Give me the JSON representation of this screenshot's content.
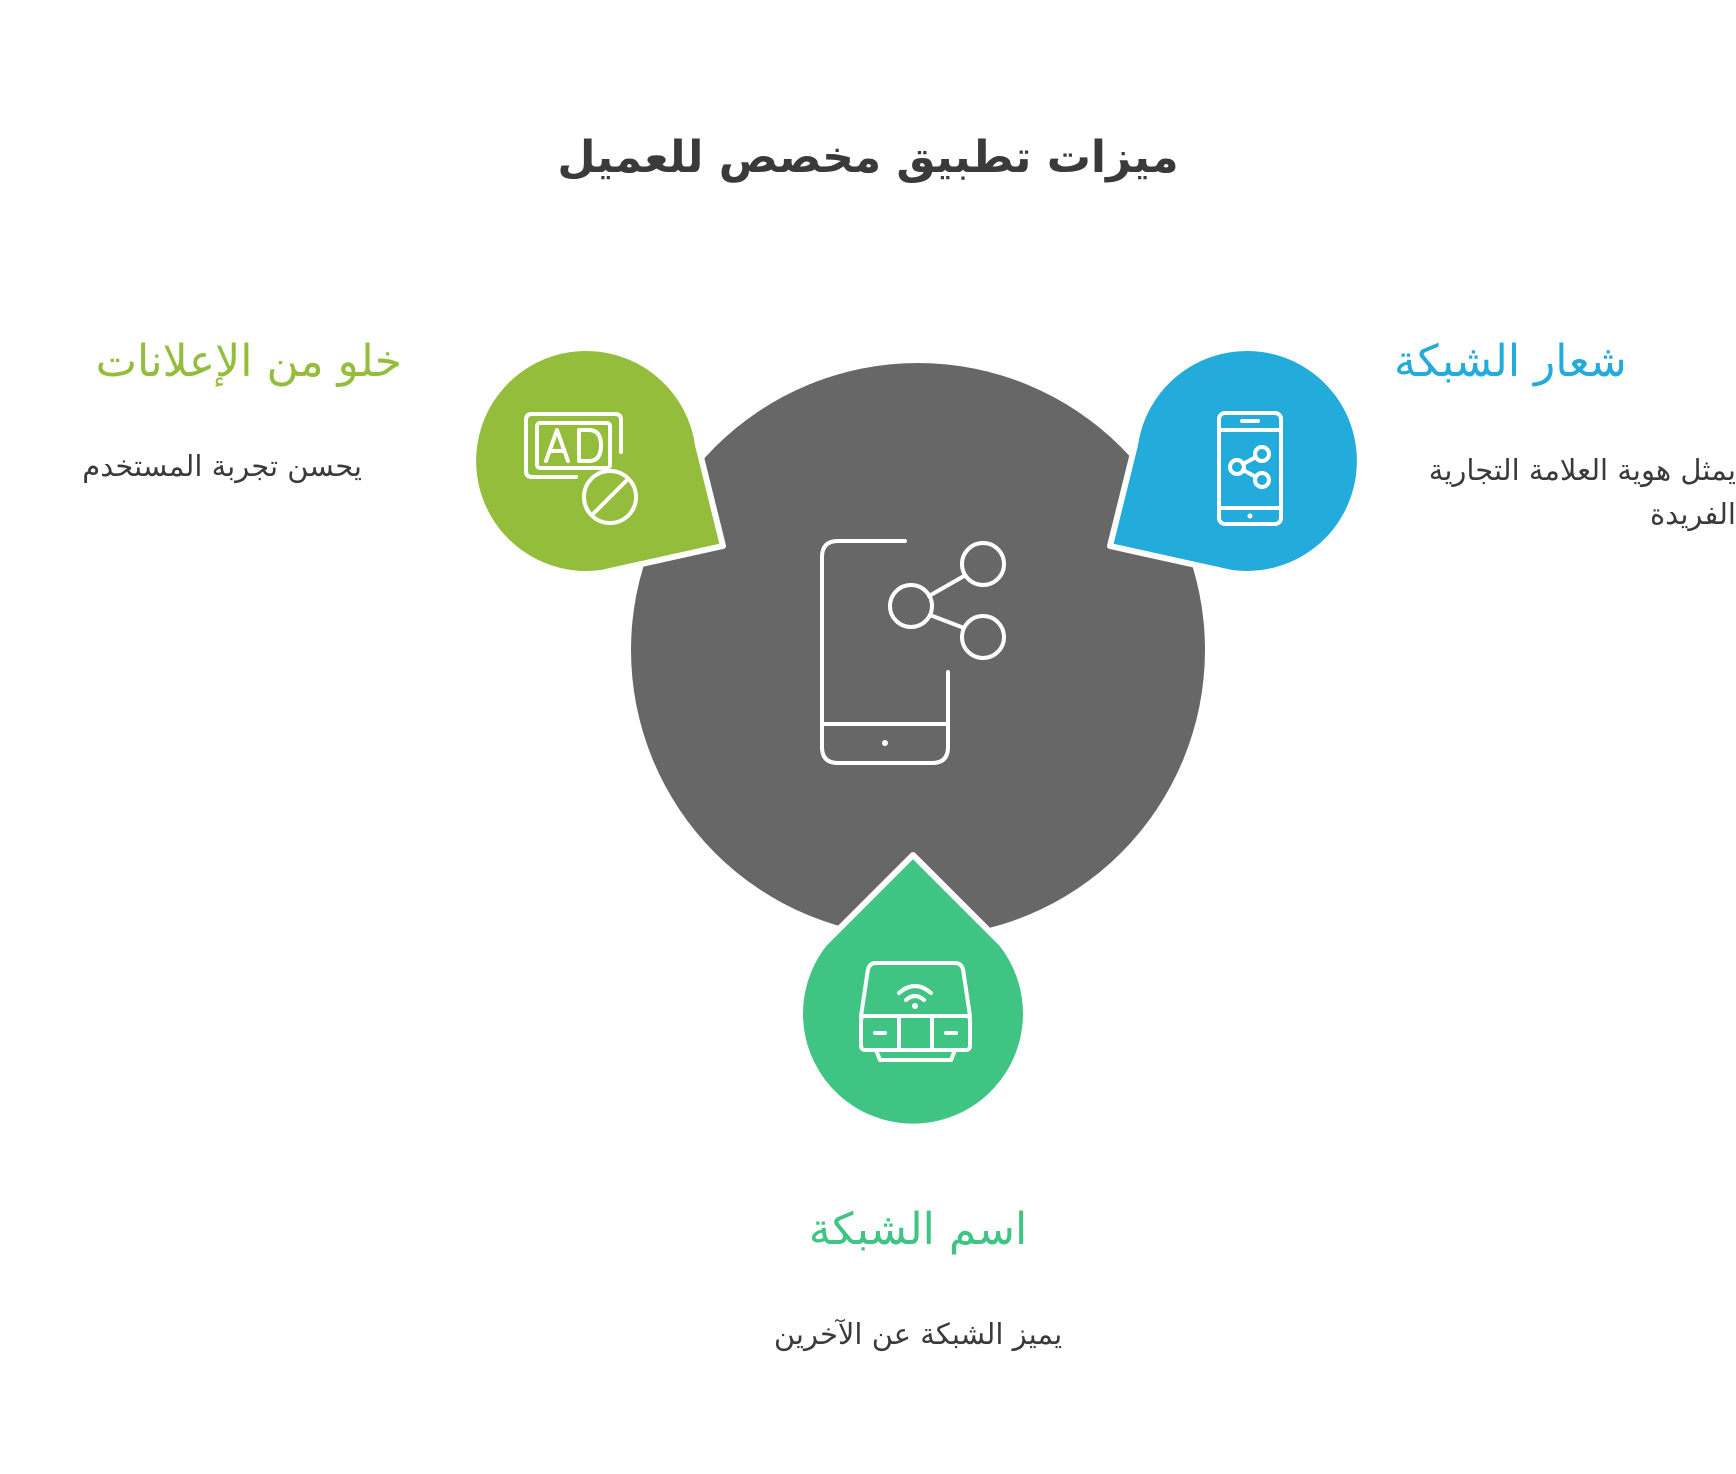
{
  "title": "ميزات تطبيق مخصص للعميل",
  "colors": {
    "center": "#676767",
    "green_left": "#94bd3c",
    "blue_right": "#22abdb",
    "green_bottom": "#40c484",
    "icon_stroke": "#ffffff",
    "text_dark": "#3a3a3a"
  },
  "center": {
    "icon": "phone-share-icon"
  },
  "features": [
    {
      "id": "ad-free",
      "icon": "ad-block-icon",
      "heading": "خلو من الإعلانات",
      "description": "يحسن تجربة المستخدم"
    },
    {
      "id": "network-logo",
      "icon": "mobile-share-icon",
      "heading": "شعار الشبكة",
      "description": "يمثل هوية العلامة التجارية الفريدة"
    },
    {
      "id": "network-name",
      "icon": "wifi-router-icon",
      "heading": "اسم الشبكة",
      "description": "يميز الشبكة عن الآخرين"
    }
  ]
}
